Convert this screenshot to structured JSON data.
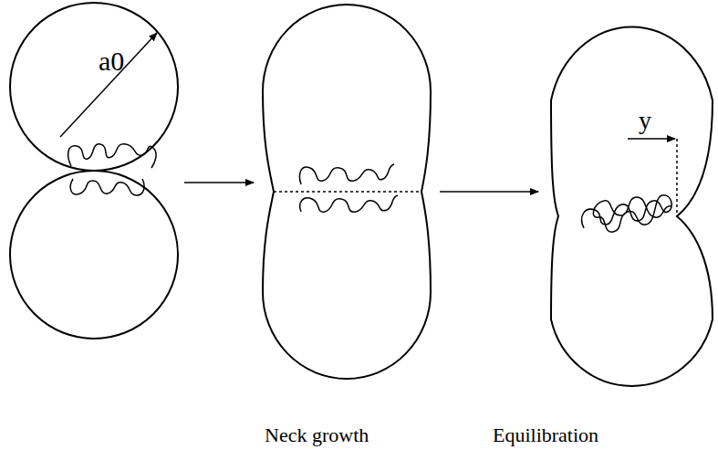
{
  "diagram": {
    "labels": [
      "a0",
      "y",
      "Neck growth",
      "Equilibration"
    ]
  }
}
